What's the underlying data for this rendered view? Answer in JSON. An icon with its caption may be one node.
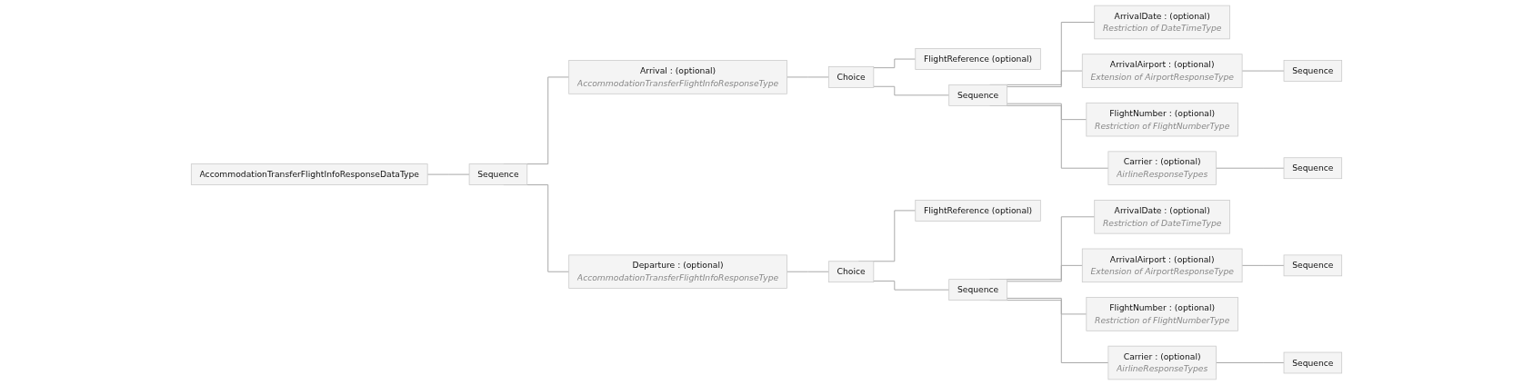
{
  "diagram": {
    "nodes": [
      {
        "text": [
          "AccommodationTransferFlightInfoResponseDataType"
        ]
      },
      {
        "text": [
          "Sequence"
        ]
      },
      {
        "text": [
          "Arrival : (optional)",
          "AccommodationTransferFlightInfoResponseType"
        ]
      },
      {
        "text": [
          "Choice"
        ]
      },
      {
        "text": [
          "FlightReference (optional)"
        ]
      },
      {
        "text": [
          "Sequence"
        ]
      },
      {
        "text": [
          "ArrivalDate : (optional)",
          "Restriction of DateTimeType"
        ]
      },
      {
        "text": [
          "ArrivalAirport : (optional)",
          "Extension of AirportResponseType"
        ]
      },
      {
        "text": [
          "Sequence"
        ]
      },
      {
        "text": [
          "FlightNumber : (optional)",
          "Restriction of FlightNumberType"
        ]
      },
      {
        "text": [
          "Carrier : (optional)",
          "AirlineResponseTypes"
        ]
      },
      {
        "text": [
          "Sequence"
        ]
      },
      {
        "text": [
          "Departure : (optional)",
          "AccommodationTransferFlightInfoResponseType"
        ]
      },
      {
        "text": [
          "Choice"
        ]
      },
      {
        "text": [
          "FlightReference (optional)"
        ]
      },
      {
        "text": [
          "Sequence"
        ]
      },
      {
        "text": [
          "ArrivalDate : (optional)",
          "Restriction of DateTimeType"
        ]
      },
      {
        "text": [
          "ArrivalAirport : (optional)",
          "Extension of AirportResponseType"
        ]
      },
      {
        "text": [
          "Sequence"
        ]
      },
      {
        "text": [
          "FlightNumber : (optional)",
          "Restriction of FlightNumberType"
        ]
      },
      {
        "text": [
          "Carrier : (optional)",
          "AirlineResponseTypes"
        ]
      },
      {
        "text": [
          "Sequence"
        ]
      }
    ],
    "edges": [
      {
        "from": 0,
        "to": 1,
        "arrow": "none"
      },
      {
        "from": 1,
        "to": 2,
        "arrow": "none"
      },
      {
        "from": 2,
        "to": 3,
        "arrow": "none"
      },
      {
        "from": 3,
        "to": 4,
        "arrow": "none"
      },
      {
        "from": 3,
        "to": 5,
        "arrow": "none"
      },
      {
        "from": 5,
        "to": 6,
        "arrow": "none"
      },
      {
        "from": 5,
        "to": 7,
        "arrow": "none"
      },
      {
        "from": 7,
        "to": 8,
        "arrow": "none"
      },
      {
        "from": 5,
        "to": 9,
        "arrow": "none"
      },
      {
        "from": 5,
        "to": 10,
        "arrow": "none"
      },
      {
        "from": 10,
        "to": 11,
        "arrow": "none"
      },
      {
        "from": 1,
        "to": 12,
        "arrow": "none"
      },
      {
        "from": 12,
        "to": 13,
        "arrow": "none"
      },
      {
        "from": 13,
        "to": 14,
        "arrow": "none"
      },
      {
        "from": 13,
        "to": 15,
        "arrow": "none"
      },
      {
        "from": 15,
        "to": 16,
        "arrow": "none"
      },
      {
        "from": 15,
        "to": 17,
        "arrow": "none"
      },
      {
        "from": 17,
        "to": 18,
        "arrow": "none"
      },
      {
        "from": 15,
        "to": 19,
        "arrow": "none"
      },
      {
        "from": 15,
        "to": 20,
        "arrow": "none"
      },
      {
        "from": 20,
        "to": 21,
        "arrow": "none"
      }
    ]
  }
}
